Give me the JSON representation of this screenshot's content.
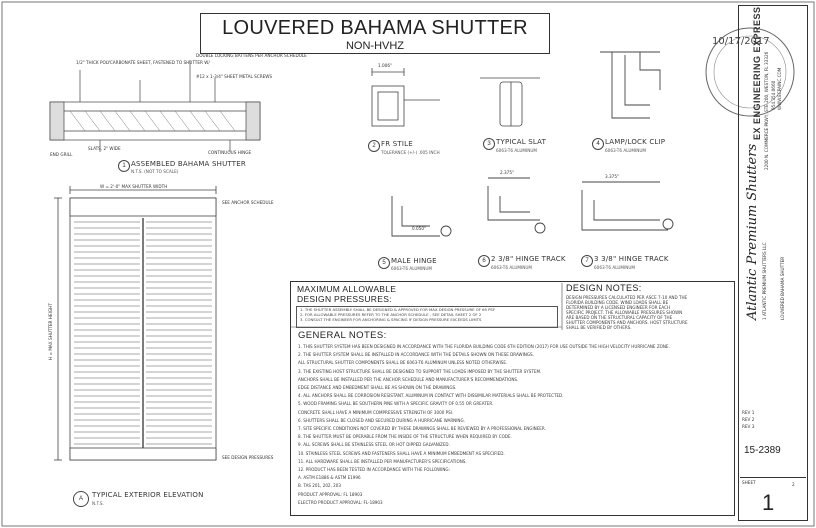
{
  "title": {
    "main": "LOUVERED BAHAMA SHUTTER",
    "sub": "NON-HVHZ"
  },
  "details": {
    "assembled": {
      "num": "1",
      "label": "ASSEMBLED BAHAMA SHUTTER",
      "scale": "N.T.S. (NOT TO SCALE)"
    },
    "frame_stile": {
      "num": "2",
      "label": "FR STILE",
      "scale": "TOLERANCE (+/-)  .005 INCH"
    },
    "typical_slat": {
      "num": "3",
      "label": "TYPICAL SLAT",
      "scale": "6063-T6 ALUMINUM"
    },
    "lamp_clip": {
      "num": "4",
      "label": "LAMP/LOCK CLIP",
      "scale": "6063-T6 ALUMINUM"
    },
    "male_hinge": {
      "num": "5",
      "label": "MALE HINGE",
      "scale": "6063-T6 ALUMINUM"
    },
    "hinge_track_238": {
      "num": "6",
      "label": "2 3/8\" HINGE TRACK",
      "scale": "6063-T6 ALUMINUM"
    },
    "hinge_track_338": {
      "num": "7",
      "label": "3 3/8\" HINGE TRACK",
      "scale": "6063-T6 ALUMINUM"
    },
    "elevation": {
      "num": "A",
      "label": "TYPICAL EXTERIOR ELEVATION",
      "scale": "N.T.S."
    }
  },
  "callouts": {
    "c1": "1/2\" THICK POLYCARBONATE SHEET, FASTENED TO SHUTTER W/",
    "c2": "DOUBLE LOCKING BATTENS PER ANCHOR SCHEDULE",
    "c3": "#12 x 1-3/4\" SHEET METAL SCREWS",
    "c4": "SLATS, 2\" WIDE",
    "c5": "END GRILL",
    "c6": "CONTINUOUS HINGE",
    "width_dim": "W = 2'-0\" MAX SHUTTER WIDTH",
    "height_dim": "H = MAX SHUTTER HEIGHT",
    "side_note": "SEE ANCHOR SCHEDULE",
    "bottom_note": "SEE DESIGN PRESSURES",
    "dim_1": "1.006\"",
    "dim_2": "0.050\"",
    "dim_3": "2.375\"",
    "dim_4": "3.375\""
  },
  "pressures": {
    "heading_1": "MAXIMUM ALLOWABLE",
    "heading_2": "DESIGN PRESSURES:",
    "rows": [
      "1. THE SHUTTER ASSEMBLY SHALL BE DESIGNED & APPROVED FOR MAX DESIGN PRESSURE OF 65 PSF",
      "2. FOR ALLOWABLE PRESSURES REFER TO THE ANCHOR SCHEDULE - SEE DETAIL SHEET 2 OF 2",
      "3. CONSULT THE ENGINEER FOR ANCHORING & SPACING IF DESIGN PRESSURE EXCEEDS LIMITS"
    ]
  },
  "general_notes": {
    "heading": "GENERAL NOTES:",
    "lines": [
      "1. THIS SHUTTER SYSTEM HAS BEEN DESIGNED IN ACCORDANCE WITH THE FLORIDA BUILDING CODE 6TH EDITION (2017) FOR USE OUTSIDE THE HIGH VELOCITY HURRICANE ZONE.",
      "2. THE SHUTTER SYSTEM SHALL BE INSTALLED IN ACCORDANCE WITH THE DETAILS SHOWN ON THESE DRAWINGS.",
      "   ALL STRUCTURAL SHUTTER COMPONENTS SHALL BE 6063-T6 ALUMINUM UNLESS NOTED OTHERWISE.",
      "3. THE EXISTING HOST STRUCTURE SHALL BE DESIGNED TO SUPPORT THE LOADS IMPOSED BY THE SHUTTER SYSTEM.",
      "   ANCHORS SHALL BE INSTALLED PER THE ANCHOR SCHEDULE AND MANUFACTURER'S RECOMMENDATIONS.",
      "   EDGE DISTANCE AND EMBEDMENT SHALL BE AS SHOWN ON THE DRAWINGS.",
      "4. ALL ANCHORS SHALL BE CORROSION RESISTANT. ALUMINUM IN CONTACT WITH DISSIMILAR MATERIALS SHALL BE PROTECTED.",
      "5. WOOD FRAMING SHALL BE SOUTHERN PINE WITH A SPECIFIC GRAVITY OF 0.55 OR GREATER.",
      "   CONCRETE SHALL HAVE A MINIMUM COMPRESSIVE STRENGTH OF 3000 PSI.",
      "6. SHUTTERS SHALL BE CLOSED AND SECURED DURING A HURRICANE WARNING.",
      "7. SITE SPECIFIC CONDITIONS NOT COVERED BY THESE DRAWINGS SHALL BE REVIEWED BY A PROFESSIONAL ENGINEER.",
      "8. THE SHUTTER MUST BE OPERABLE FROM THE INSIDE OF THE STRUCTURE WHEN REQUIRED BY CODE.",
      "9. ALL SCREWS SHALL BE STAINLESS STEEL OR HOT DIPPED GALVANIZED.",
      "10. STAINLESS STEEL SCREWS AND FASTENERS SHALL HAVE A MINIMUM EMBEDMENT AS SPECIFIED.",
      "11. ALL HARDWARE SHALL BE INSTALLED PER MANUFACTURER'S SPECIFICATIONS.",
      "12. PRODUCT HAS BEEN TESTED IN ACCORDANCE WITH THE FOLLOWING:",
      "    A. ASTM E1886 & ASTM E1996",
      "    B. TAS 201, 202, 203",
      "    PRODUCT APPROVAL: FL 18903",
      "    ELECTRO PRODUCT APPROVAL: FL-18903"
    ]
  },
  "design_notes": {
    "heading": "DESIGN NOTES:",
    "lines": [
      "DESIGN PRESSURES CALCULATED PER ASCE 7-10 AND THE",
      "FLORIDA BUILDING CODE. WIND LOADS SHALL BE",
      "DETERMINED BY A LICENSED ENGINEER FOR EACH",
      "SPECIFIC PROJECT. THE ALLOWABLE PRESSURES SHOWN",
      "ARE BASED ON THE STRUCTURAL CAPACITY OF THE",
      "SHUTTER COMPONENTS AND ANCHORS. HOST STRUCTURE",
      "SHALL BE VERIFIED BY OTHERS."
    ]
  },
  "title_block": {
    "engineer": "EX ENGINEERING EXPRESS",
    "address": "2200 N. COMMERCE PKWY, STE 200, WESTON, FL 33326",
    "phone": "954.354.0660",
    "web": "WWW.ECPAINC.COM",
    "stamp_date": "10/17/2017",
    "client": "Atlantic Premium Shutters",
    "client_addr": "1 ATLANTIC PREMIUM SHUTTERS LLC",
    "product": "LOUVERED BAHAMA SHUTTER",
    "revisions": [
      "REV 1",
      "REV 2",
      "REV 3"
    ],
    "drawing_no": "15-2389",
    "sheet_label": "SHEET",
    "sheet_no": "1",
    "of_sheets": "2"
  }
}
